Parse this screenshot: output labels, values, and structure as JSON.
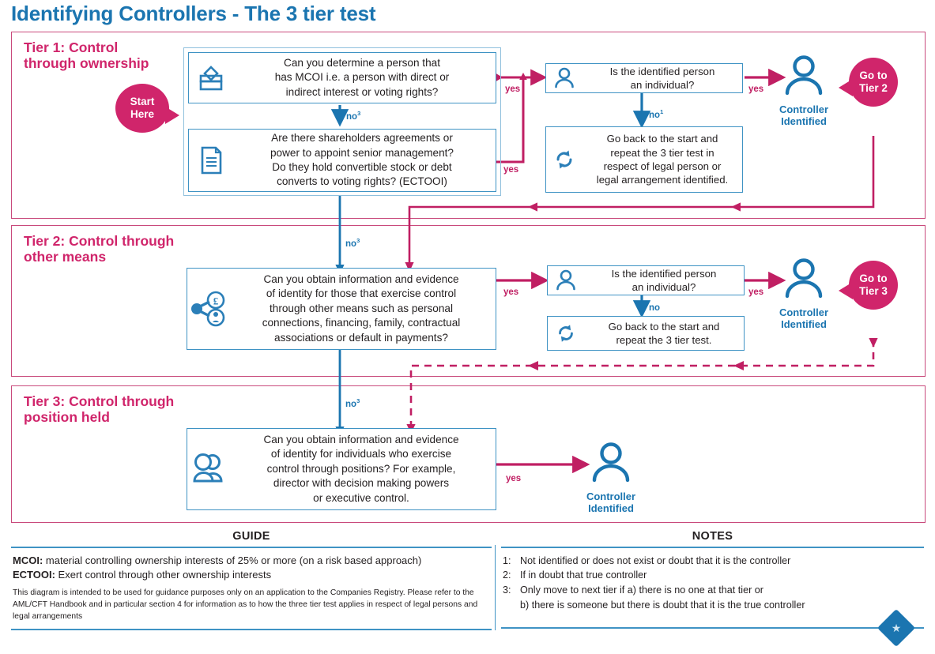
{
  "title": "Identifying Controllers - The 3 tier test",
  "colors": {
    "blue": "#1b75b0",
    "box_border": "#3f93c4",
    "pink": "#d0256b",
    "frame_pink": "#c94a7c",
    "text": "#231f20"
  },
  "tiers": [
    {
      "id": "tier1",
      "title": "Tier 1: Control\nthrough ownership",
      "start_bubble": "Start\nHere",
      "questions": [
        {
          "icon": "ballot-box-icon",
          "text": "Can you determine a person that\nhas MCOI i.e. a person with direct or\nindirect interest or voting rights?"
        },
        {
          "icon": "document-icon",
          "text": "Are there shareholders agreements or\npower to appoint senior management?\nDo they hold convertible stock or debt\nconverts to voting rights? (ECTOOI)"
        }
      ],
      "individual_question": {
        "icon": "person-icon",
        "text": "Is the identified person\nan individual?"
      },
      "repeat_box": {
        "icon": "refresh-icon",
        "text": "Go back to the start and\nrepeat the 3 tier test in\nrespect of legal person or\nlegal arrangement identified."
      },
      "controller": "Controller\nIdentified",
      "goto_bubble": "Go to\nTier 2",
      "labels": {
        "no_between": "no",
        "no_between_sup": "3",
        "yes_top": "yes",
        "yes_bottom": "yes",
        "yes_to_controller": "yes",
        "no_individual": "no",
        "no_individual_sup": "1"
      }
    },
    {
      "id": "tier2",
      "title": "Tier 2: Control through\nother means",
      "questions": [
        {
          "icon": "share-money-person-icon",
          "text": "Can you obtain information and evidence\nof identity for those that exercise control\nthrough other means such as personal\nconnections, financing, family, contractual\nassociations or default in payments?"
        }
      ],
      "individual_question": {
        "icon": "person-icon",
        "text": "Is the identified person\nan individual?"
      },
      "repeat_box": {
        "icon": "refresh-icon",
        "text": "Go back to the start and\nrepeat the 3 tier test."
      },
      "controller": "Controller\nIdentified",
      "goto_bubble": "Go to\nTier 3",
      "labels": {
        "entry_no": "no",
        "entry_no_sup": "3",
        "yes_to_individual": "yes",
        "yes_to_controller": "yes",
        "no_individual": "no"
      }
    },
    {
      "id": "tier3",
      "title": "Tier 3: Control through\nposition held",
      "questions": [
        {
          "icon": "people-icon",
          "text": "Can you obtain information and evidence\nof identity for individuals who exercise\ncontrol through positions? For example,\ndirector with decision making powers\nor executive control."
        }
      ],
      "controller": "Controller\nIdentified",
      "labels": {
        "entry_no": "no",
        "entry_no_sup": "3",
        "yes_to_controller": "yes"
      }
    }
  ],
  "footer": {
    "guide": {
      "heading": "GUIDE",
      "lines": [
        {
          "term": "MCOI:",
          "definition": " material controlling ownership interests of 25% or more (on a risk based approach)"
        },
        {
          "term": "ECTOOI:",
          "definition": " Exert control through other ownership interests"
        }
      ],
      "disclaimer": "This diagram is intended to be used for guidance purposes only on an application to the Companies Registry.  Please refer to the AML/CFT Handbook and in particular section 4 for information as to how the three tier test applies in respect of legal persons and legal arrangements"
    },
    "notes": {
      "heading": "NOTES",
      "items": [
        {
          "num": "1:",
          "text": "Not identified or does not exist or doubt that it is the controller"
        },
        {
          "num": "2:",
          "text": "If in doubt that true controller"
        },
        {
          "num": "3:",
          "text": "Only move to next tier if a) there is no one at that tier or\nb) there is someone but there is doubt that it is the true controller"
        }
      ]
    },
    "logo": "crest-logo"
  }
}
